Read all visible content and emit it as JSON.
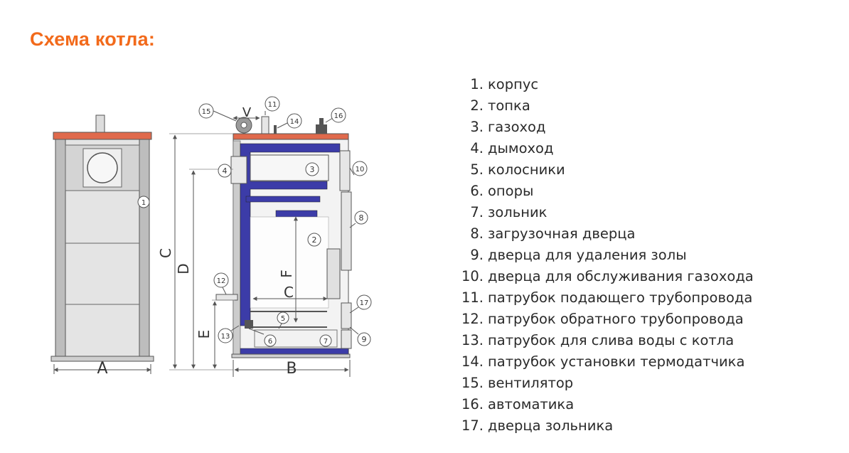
{
  "title": "Схема котла:",
  "dimensions": {
    "a": "A",
    "b": "B",
    "c": "C",
    "d": "D",
    "e": "E",
    "f": "F",
    "v": "V"
  },
  "callouts": [
    "1",
    "2",
    "3",
    "4",
    "5",
    "6",
    "7",
    "8",
    "9",
    "10",
    "11",
    "12",
    "13",
    "14",
    "15",
    "16",
    "17"
  ],
  "legend": [
    {
      "num": "1.",
      "text": "корпус"
    },
    {
      "num": "2.",
      "text": "топка"
    },
    {
      "num": "3.",
      "text": "газоход"
    },
    {
      "num": "4.",
      "text": "дымоход"
    },
    {
      "num": "5.",
      "text": "колосники"
    },
    {
      "num": "6.",
      "text": "опоры"
    },
    {
      "num": "7.",
      "text": "зольник"
    },
    {
      "num": "8.",
      "text": "загрузочная дверца"
    },
    {
      "num": "9.",
      "text": "дверца для удаления золы"
    },
    {
      "num": "10.",
      "text": "дверца для обслуживания газохода"
    },
    {
      "num": "11.",
      "text": "патрубок подающего трубопровода"
    },
    {
      "num": "12.",
      "text": "патрубок обратного трубопровода"
    },
    {
      "num": "13.",
      "text": "патрубок для слива воды с котла"
    },
    {
      "num": "14.",
      "text": "патрубок установки термодатчика"
    },
    {
      "num": "15.",
      "text": "вентилятор"
    },
    {
      "num": "16.",
      "text": "автоматика"
    },
    {
      "num": "17.",
      "text": "дверца зольника"
    }
  ],
  "colors": {
    "title": "#f26a1b",
    "top_panel": "#e06a4c",
    "water_jacket": "#3c3ca8",
    "insulation": "#cccccc"
  }
}
